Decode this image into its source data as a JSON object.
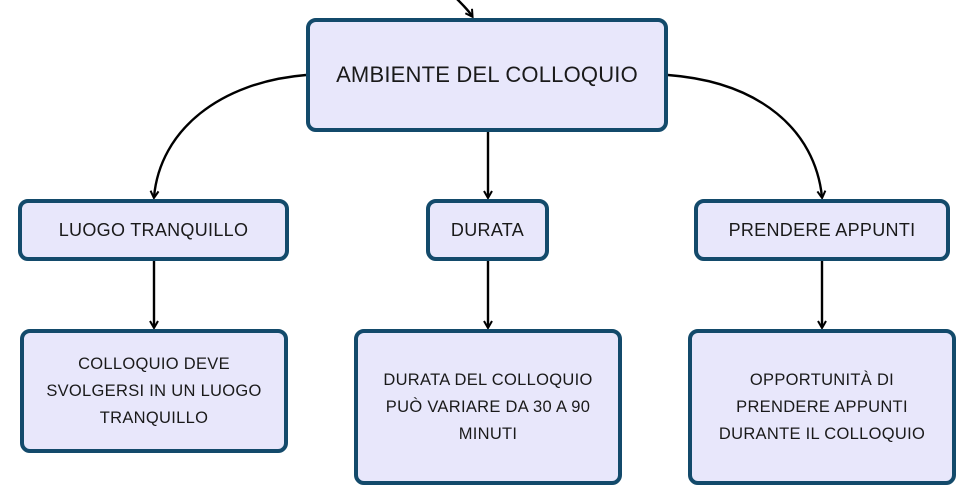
{
  "diagram": {
    "root": {
      "label": "AMBIENTE DEL COLLOQUIO"
    },
    "children": [
      {
        "label": "LUOGO TRANQUILLO",
        "detail": "COLLOQUIO DEVE SVOLGERSI IN UN LUOGO TRANQUILLO"
      },
      {
        "label": "DURATA",
        "detail": "DURATA DEL COLLOQUIO PUÒ VARIARE DA 30 A 90 MINUTI"
      },
      {
        "label": "PRENDERE APPUNTI",
        "detail": "OPPORTUNITÀ DI PRENDERE APPUNTI DURANTE IL COLLOQUIO"
      }
    ],
    "colors": {
      "node_fill": "#e8e7fb",
      "node_border": "#134a6b",
      "edge": "#000000"
    }
  }
}
